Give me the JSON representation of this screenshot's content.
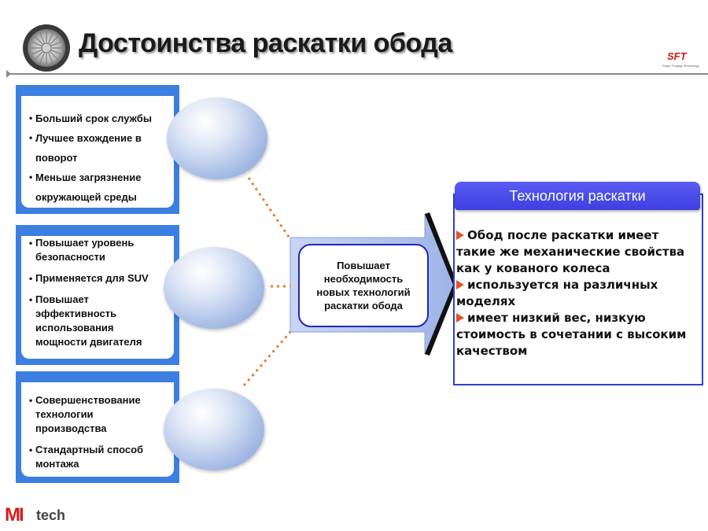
{
  "header": {
    "title": "Достоинства раскатки обода",
    "logo_brand": "SFT",
    "logo_tagline": "Super Forging Technology"
  },
  "groups": [
    {
      "items": [
        "Больший срок службы",
        "Лучшее вхождение в поворот",
        "Меньше загрязнение окружающей среды"
      ]
    },
    {
      "items": [
        "Повышает уровень безопасности",
        "Применяется для SUV",
        "Повышает эффективность использования мощности двигателя"
      ]
    },
    {
      "items": [
        "Совершенствование технологии производства",
        "Стандартный способ монтажа"
      ]
    }
  ],
  "center": {
    "text": "Повышает необходимость новых технологий раскатки обода"
  },
  "technology": {
    "title": "Технология раскатки",
    "bullets": [
      "Обод после раскатки имеет такие же механические свойства как у кованого колеса",
      "используется на различных моделях",
      "имеет низкий вес, низкую стоимость в сочетании с высоким качеством"
    ]
  },
  "footer": {
    "logo_mi": "MI",
    "logo_tech": "tech"
  },
  "colors": {
    "panel_blue": "#3d7fe0",
    "arrow_fill": "#a9bce8",
    "dots": "#f07a2a",
    "tech_header": "#4a4ce8",
    "accent_red": "#d61c1c"
  }
}
